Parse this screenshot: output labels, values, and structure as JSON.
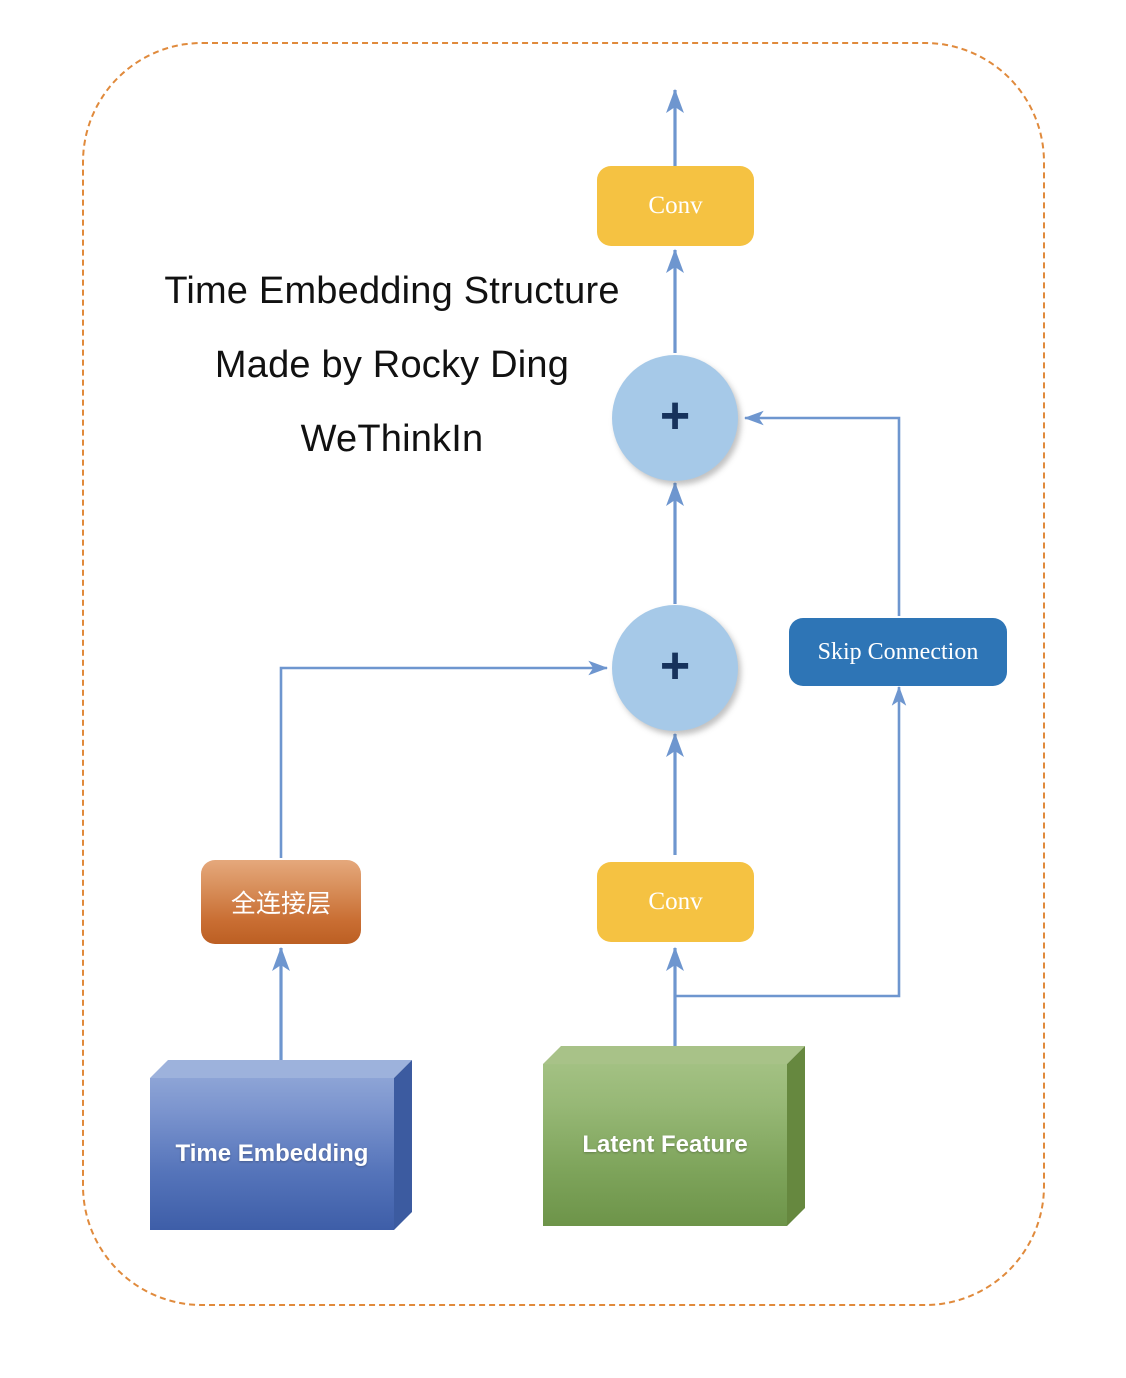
{
  "diagram": {
    "frame": {
      "style": "dashed-rounded-rectangle",
      "color": "#E08A3C"
    },
    "title": {
      "lines": [
        "Time Embedding Structure",
        "Made by Rocky Ding",
        "WeThinkIn"
      ]
    },
    "nodes": {
      "conv_top": {
        "label": "Conv",
        "color": "#F5C242"
      },
      "conv_bottom": {
        "label": "Conv",
        "color": "#F5C242"
      },
      "skip_connection": {
        "label": "Skip Connection",
        "color": "#2E75B6"
      },
      "fc_layer": {
        "label": "全连接层",
        "color": "#C96E33"
      },
      "add_top": {
        "label": "+",
        "color": "#A6C9E8"
      },
      "add_bottom": {
        "label": "+",
        "color": "#A6C9E8"
      },
      "time_embedding": {
        "label": "Time Embedding",
        "color": "#4A6BB5"
      },
      "latent_feature": {
        "label": "Latent Feature",
        "color": "#82A860"
      }
    },
    "edges": {
      "color": "#6E96CF",
      "list": [
        {
          "from": "time_embedding",
          "to": "fc_layer"
        },
        {
          "from": "fc_layer",
          "to": "add_bottom"
        },
        {
          "from": "latent_feature",
          "to": "conv_bottom"
        },
        {
          "from": "latent_feature",
          "to": "skip_connection"
        },
        {
          "from": "conv_bottom",
          "to": "add_bottom"
        },
        {
          "from": "add_bottom",
          "to": "add_top"
        },
        {
          "from": "skip_connection",
          "to": "add_top"
        },
        {
          "from": "add_top",
          "to": "conv_top"
        },
        {
          "from": "conv_top",
          "to": "output"
        }
      ]
    }
  }
}
